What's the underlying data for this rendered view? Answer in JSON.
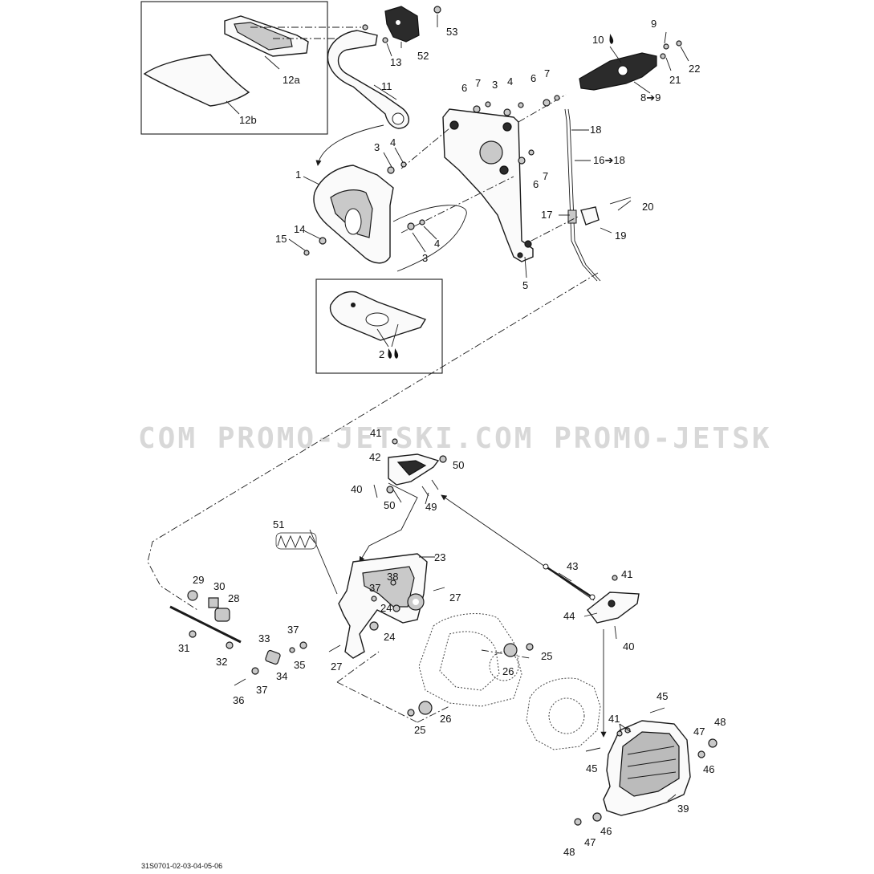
{
  "watermark": "COM  PROMO-JETSKI.COM  PROMO-JETSK",
  "document_id": "31S0701-02-03-04-05-06",
  "callouts": {
    "c1": "1",
    "c2": "2",
    "c3a": "3",
    "c3b": "3",
    "c3c": "3",
    "c4a": "4",
    "c4b": "4",
    "c4c": "4",
    "c5": "5",
    "c6a": "6",
    "c6b": "6",
    "c6c": "6",
    "c7a": "7",
    "c7b": "7",
    "c7c": "7",
    "c8_9": "8➔9",
    "c9": "9",
    "c10": "10",
    "c11": "11",
    "c12a": "12a",
    "c12b": "12b",
    "c13": "13",
    "c14": "14",
    "c15": "15",
    "c16_18": "16➔18",
    "c17": "17",
    "c18": "18",
    "c19": "19",
    "c20": "20",
    "c21": "21",
    "c22": "22",
    "c23": "23",
    "c24a": "24",
    "c24b": "24",
    "c25a": "25",
    "c25b": "25",
    "c26a": "26",
    "c26b": "26",
    "c27a": "27",
    "c27b": "27",
    "c28": "28",
    "c29": "29",
    "c30": "30",
    "c31": "31",
    "c32": "32",
    "c33": "33",
    "c34": "34",
    "c35": "35",
    "c36": "36",
    "c37a": "37",
    "c37b": "37",
    "c37c": "37",
    "c38": "38",
    "c39": "39",
    "c40a": "40",
    "c40b": "40",
    "c41a": "41",
    "c41b": "41",
    "c41c": "41",
    "c42": "42",
    "c43": "43",
    "c44": "44",
    "c45a": "45",
    "c45b": "45",
    "c46a": "46",
    "c46b": "46",
    "c47a": "47",
    "c47b": "47",
    "c48a": "48",
    "c48b": "48",
    "c49": "49",
    "c50a": "50",
    "c50b": "50",
    "c51": "51",
    "c52": "52",
    "c53": "53"
  },
  "icons": {
    "sealant": "sealant-drop-icon",
    "arrow": "direction-arrow-icon"
  }
}
